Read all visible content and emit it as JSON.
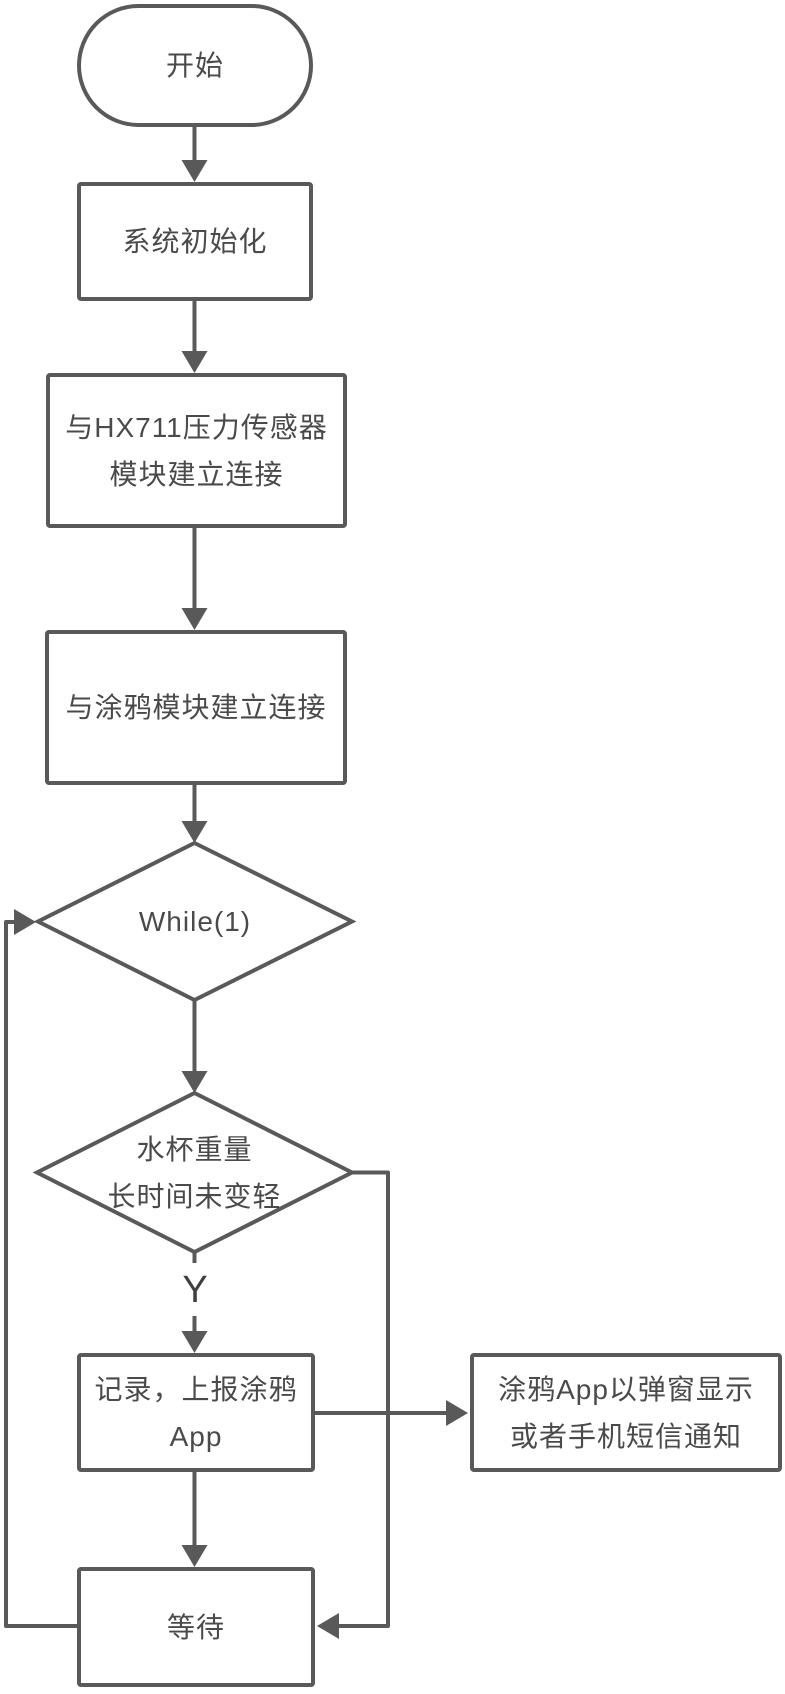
{
  "diagram": {
    "type": "flowchart",
    "background_color": "#ffffff",
    "stroke_color": "#595959",
    "text_color": "#4a4a4a",
    "nodes": {
      "start": {
        "shape": "terminator",
        "lines": [
          "开始"
        ]
      },
      "system_init": {
        "shape": "process",
        "lines": [
          "系统初始化"
        ]
      },
      "hx711_connect": {
        "shape": "process",
        "lines": [
          "与HX711压力传感器",
          "模块建立连接"
        ]
      },
      "tuya_connect": {
        "shape": "process",
        "lines": [
          "与涂鸦模块建立连接"
        ]
      },
      "while_loop": {
        "shape": "decision",
        "lines": [
          "While(1)"
        ]
      },
      "weight_check": {
        "shape": "decision",
        "lines": [
          "水杯重量",
          "长时间未变轻"
        ]
      },
      "record_report": {
        "shape": "process",
        "lines": [
          "记录，上报涂鸦",
          "App"
        ]
      },
      "app_notify": {
        "shape": "process",
        "lines": [
          "涂鸦App以弹窗显示",
          "或者手机短信通知"
        ]
      },
      "wait": {
        "shape": "process",
        "lines": [
          "等待"
        ]
      }
    },
    "edge_labels": {
      "yes_branch": "Y"
    },
    "edges": [
      {
        "from": "start",
        "to": "system_init"
      },
      {
        "from": "system_init",
        "to": "hx711_connect"
      },
      {
        "from": "hx711_connect",
        "to": "tuya_connect"
      },
      {
        "from": "tuya_connect",
        "to": "while_loop"
      },
      {
        "from": "while_loop",
        "to": "weight_check"
      },
      {
        "from": "weight_check",
        "to": "record_report",
        "label": "Y"
      },
      {
        "from": "weight_check",
        "to": "wait",
        "via": "right-side"
      },
      {
        "from": "record_report",
        "to": "app_notify"
      },
      {
        "from": "record_report",
        "to": "wait"
      },
      {
        "from": "wait",
        "to": "while_loop",
        "via": "left-side-loop"
      }
    ]
  }
}
